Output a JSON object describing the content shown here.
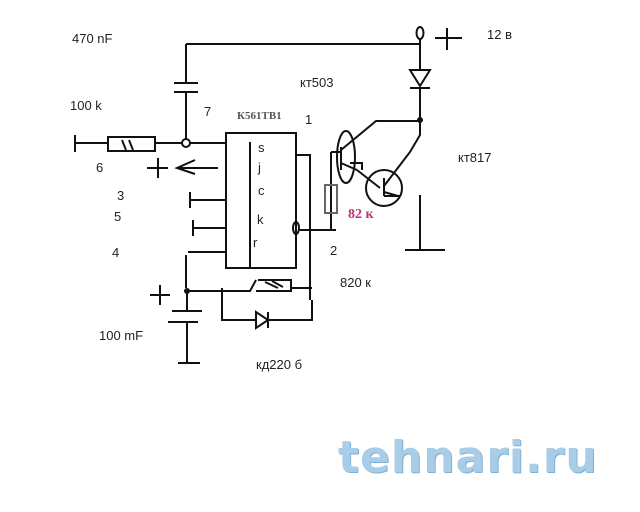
{
  "labels": {
    "cap_top": "470 nF",
    "res_in": "100 k",
    "supply": "12 в",
    "t1": "кт503",
    "t2": "кт817",
    "res_base": "82 к",
    "res_820": "820 к",
    "cap_bottom": "100 mF",
    "diode": "кд220 б",
    "chip": "К561ТВ1"
  },
  "pins": {
    "s": "s",
    "j": "j",
    "c": "c",
    "k": "k",
    "r": "r",
    "p1": "1",
    "p2": "2",
    "p3": "3",
    "p4": "4",
    "p5": "5",
    "p6": "6",
    "p7": "7"
  },
  "watermark": "tehnari.ru"
}
